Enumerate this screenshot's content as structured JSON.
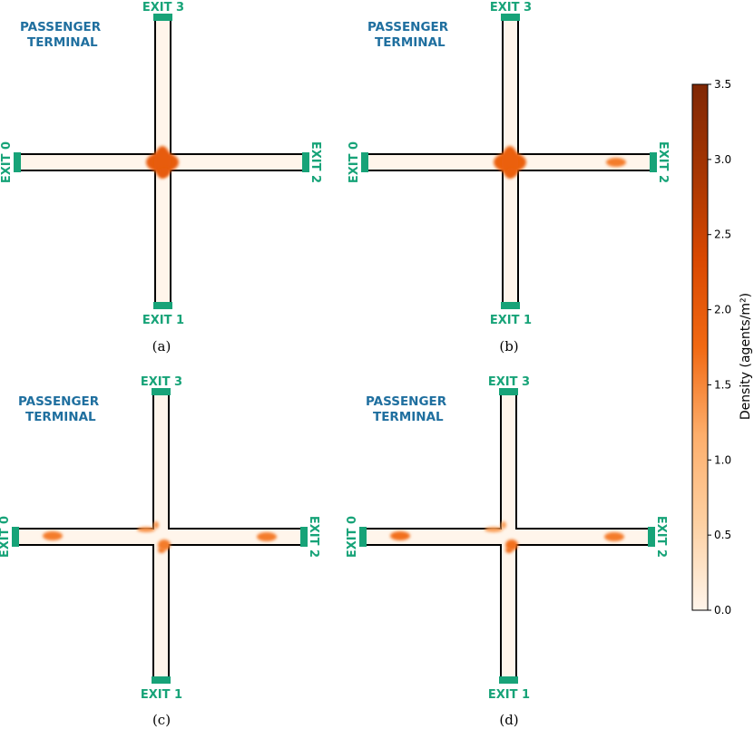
{
  "panels": [
    {
      "id": "a",
      "caption": "(a)",
      "terminal_line1": "PASSENGER",
      "terminal_line2": "TERMINAL",
      "exits": {
        "top": "EXIT 3",
        "bottom": "EXIT 1",
        "left": "EXIT 0",
        "right": "EXIT 2"
      },
      "crowds": [
        {
          "location": "intersection",
          "density": 2.0
        }
      ]
    },
    {
      "id": "b",
      "caption": "(b)",
      "terminal_line1": "PASSENGER",
      "terminal_line2": "TERMINAL",
      "exits": {
        "top": "EXIT 3",
        "bottom": "EXIT 1",
        "left": "EXIT 0",
        "right": "EXIT 2"
      },
      "crowds": [
        {
          "location": "intersection",
          "density": 1.9
        },
        {
          "location": "right-corridor-near-exit-2",
          "density": 1.6
        }
      ]
    },
    {
      "id": "c",
      "caption": "(c)",
      "terminal_line1": "PASSENGER",
      "terminal_line2": "TERMINAL",
      "exits": {
        "top": "EXIT 3",
        "bottom": "EXIT 1",
        "left": "EXIT 0",
        "right": "EXIT 2"
      },
      "crowds": [
        {
          "location": "left-corridor-near-exit-0",
          "density": 1.6
        },
        {
          "location": "intersection-upper-left",
          "density": 1.4
        },
        {
          "location": "intersection-lower-right",
          "density": 1.6
        },
        {
          "location": "right-corridor-near-exit-2",
          "density": 1.6
        }
      ]
    },
    {
      "id": "d",
      "caption": "(d)",
      "terminal_line1": "PASSENGER",
      "terminal_line2": "TERMINAL",
      "exits": {
        "top": "EXIT 3",
        "bottom": "EXIT 1",
        "left": "EXIT 0",
        "right": "EXIT 2"
      },
      "crowds": [
        {
          "location": "left-corridor-near-exit-0",
          "density": 1.7
        },
        {
          "location": "intersection-upper-left",
          "density": 1.3
        },
        {
          "location": "intersection-lower-right",
          "density": 1.7
        },
        {
          "location": "right-corridor-near-exit-2",
          "density": 1.6
        }
      ]
    }
  ],
  "colorbar": {
    "title": "Density (agents/m²)",
    "min": 0.0,
    "max": 3.5,
    "ticks": [
      "0.0",
      "0.5",
      "1.0",
      "1.5",
      "2.0",
      "2.5",
      "3.0",
      "3.5"
    ],
    "colormap_stops": [
      "#fff5eb",
      "#fdd0a2",
      "#fdae6b",
      "#f16913",
      "#d94801",
      "#a63603",
      "#7f2704"
    ]
  },
  "colors": {
    "terminal_label": "#1f6f9f",
    "exit": "#17a378",
    "corridor_fill": "#fff5eb",
    "wall": "#000000"
  }
}
